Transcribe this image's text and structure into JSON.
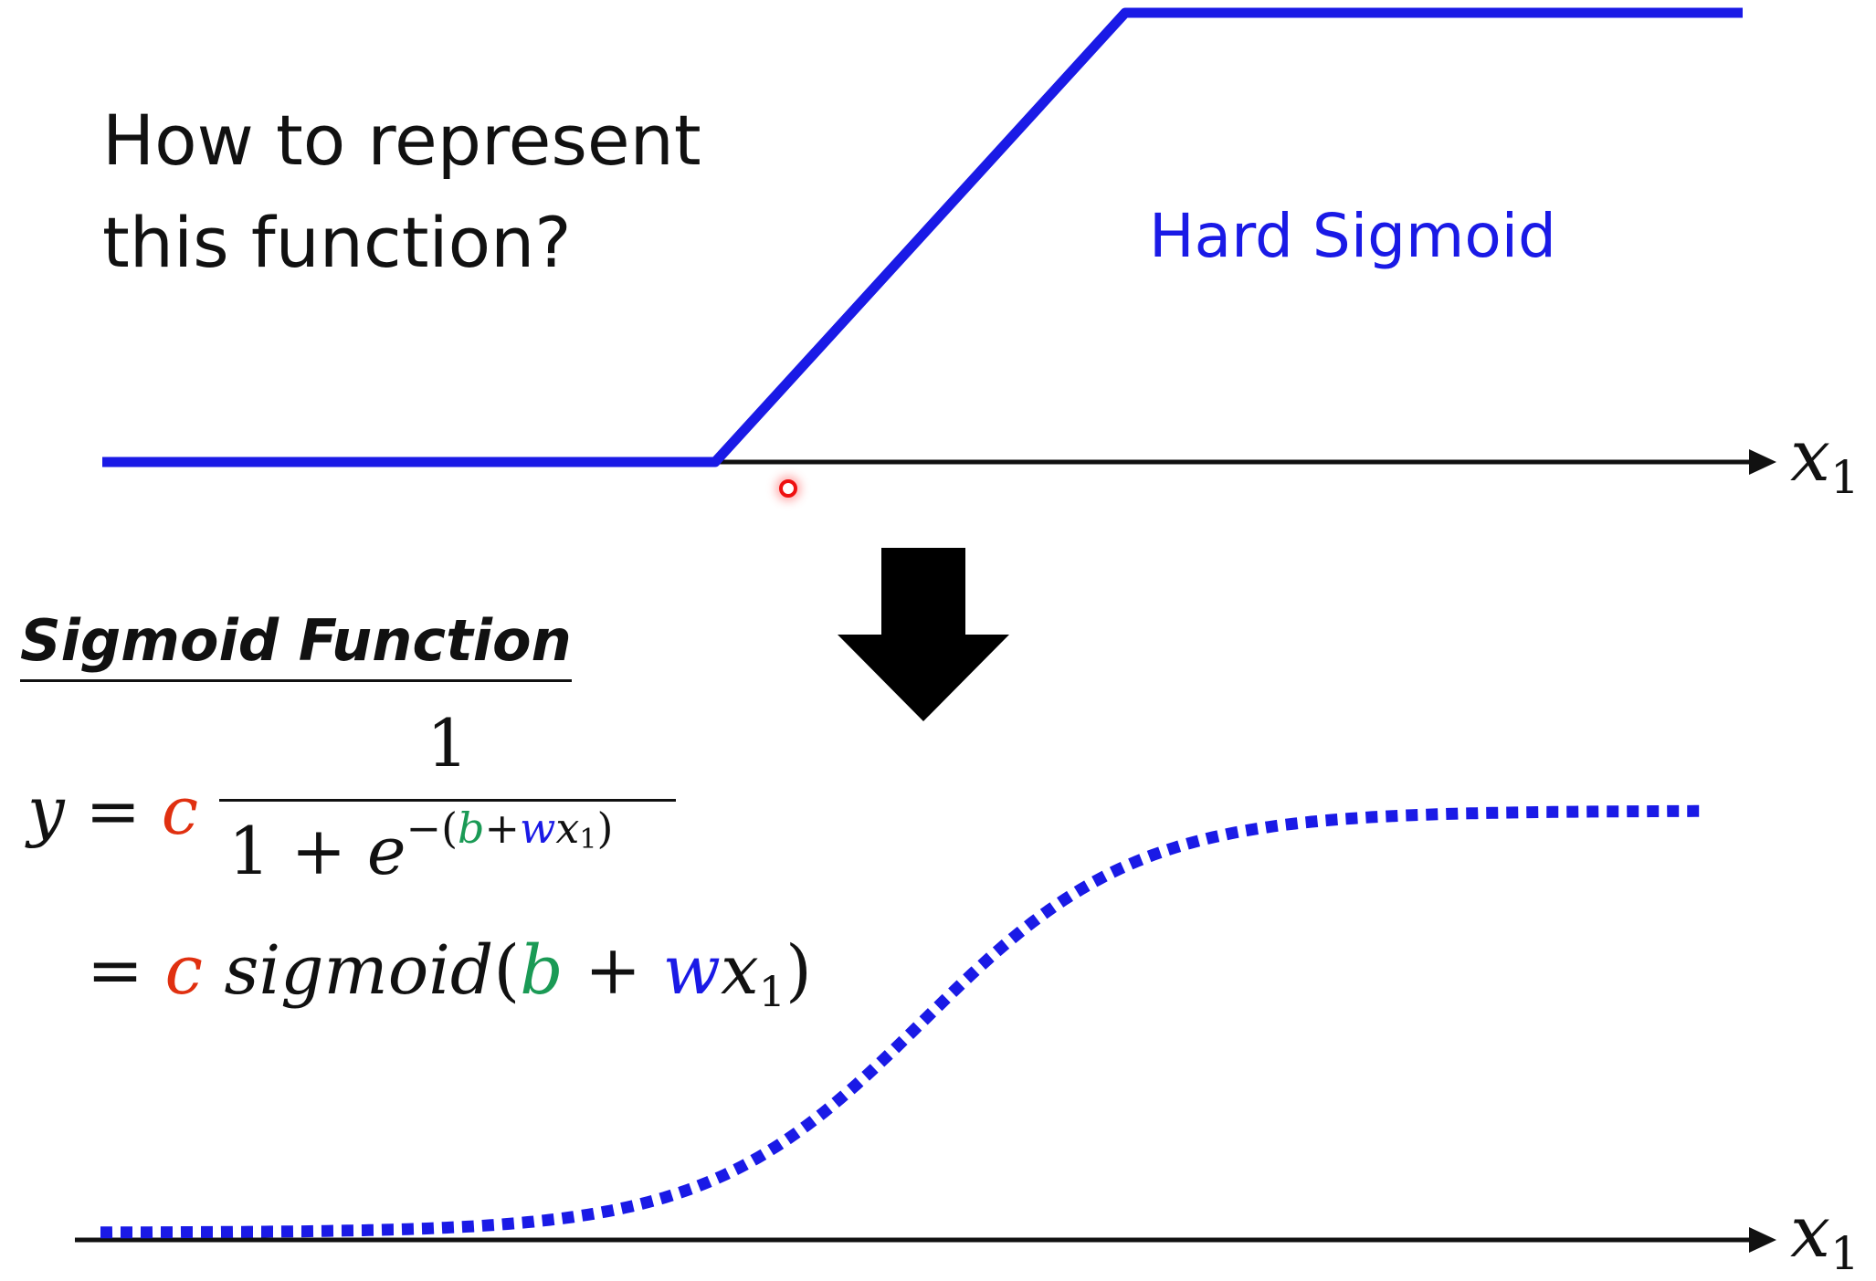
{
  "question": {
    "line1": "How to represent",
    "line2": "this function?"
  },
  "hard_sigmoid_label": "Hard Sigmoid",
  "axis": {
    "top_label_var": "x",
    "top_label_sub": "1",
    "bottom_label_var": "x",
    "bottom_label_sub": "1"
  },
  "section_title": "Sigmoid Function",
  "equation1": {
    "lhs_var": "y",
    "equals": "=",
    "coef": "c",
    "numerator": "1",
    "den_one_plus": "1 + ",
    "den_e": "e",
    "exp_open": "−(",
    "exp_b": "b",
    "exp_plus": "+",
    "exp_w": "w",
    "exp_x": "x",
    "exp_sub": "1",
    "exp_close": ")"
  },
  "equation2": {
    "equals": "=",
    "coef": "c",
    "func": "sigmoid",
    "open": "(",
    "b": "b",
    "plus": " + ",
    "w": "w",
    "x": "x",
    "sub": "1",
    "close": ")"
  },
  "colors": {
    "hard_sigmoid": "#1a1ae6",
    "sigmoid_curve": "#1a1ae6",
    "axis": "#111111",
    "c": "#e03010",
    "b": "#1a9a55",
    "w": "#1a1ae6",
    "cursor": "#ee1111"
  },
  "icons": {
    "down_arrow": "down-arrow-icon",
    "cursor": "cursor-dot-icon"
  }
}
